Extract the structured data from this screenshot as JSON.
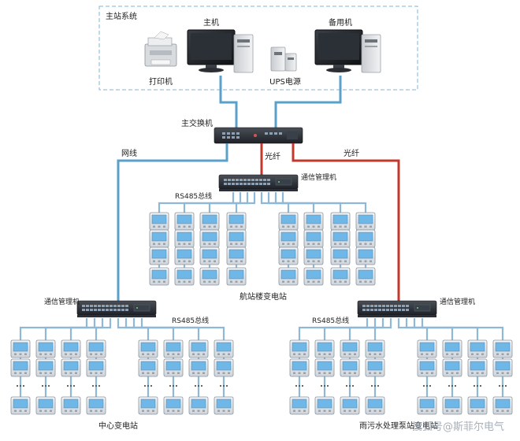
{
  "title_main_system": "主站系统",
  "devices": {
    "host": "主机",
    "backup": "备用机",
    "printer": "打印机",
    "ups": "UPS电源"
  },
  "main_switch": "主交换机",
  "links": {
    "network_cable": "网线",
    "fiber_1": "光纤",
    "fiber_2": "光纤"
  },
  "comm_manager": {
    "center": "通信管理机",
    "left": "通信管理机",
    "right": "通信管理机"
  },
  "bus": {
    "center": "RS485总线",
    "left": "RS485总线",
    "right": "RS485总线"
  },
  "stations": {
    "center": "航站楼变电站",
    "left": "中心变电站",
    "right": "雨污水处理泵站变电站"
  },
  "watermark": "搜狐号@斯菲尔电气",
  "colors": {
    "network": "#5aa0c8",
    "fiber": "#c0392b",
    "bus": "#8fb8d6",
    "dashed_border": "#7fb4d9"
  }
}
